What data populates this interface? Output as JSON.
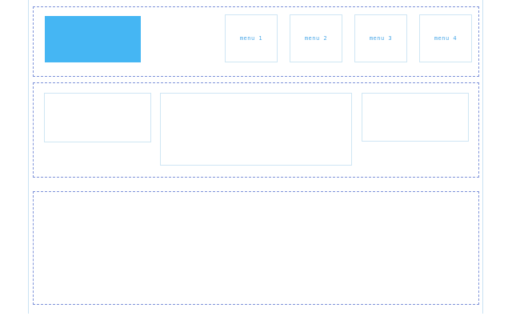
{
  "page": {
    "background_color": "#ffffff",
    "frame_border_color": "#c9e2f3",
    "dashed_border_color": "#7f93da",
    "panel_border_color": "#cfe6f4"
  },
  "header": {
    "logo": {
      "name": "logo-placeholder",
      "color": "#45b6f3",
      "label": ""
    },
    "menu_items": [
      {
        "label": "menu 1"
      },
      {
        "label": "menu 2"
      },
      {
        "label": "menu 3"
      },
      {
        "label": "menu 4"
      }
    ],
    "menu_text_color": "#4aa8e8"
  },
  "content": {
    "panels": [
      {
        "name": "content-panel-left",
        "label": ""
      },
      {
        "name": "content-panel-center",
        "label": ""
      },
      {
        "name": "content-panel-right",
        "label": ""
      }
    ]
  },
  "footer": {
    "label": ""
  }
}
